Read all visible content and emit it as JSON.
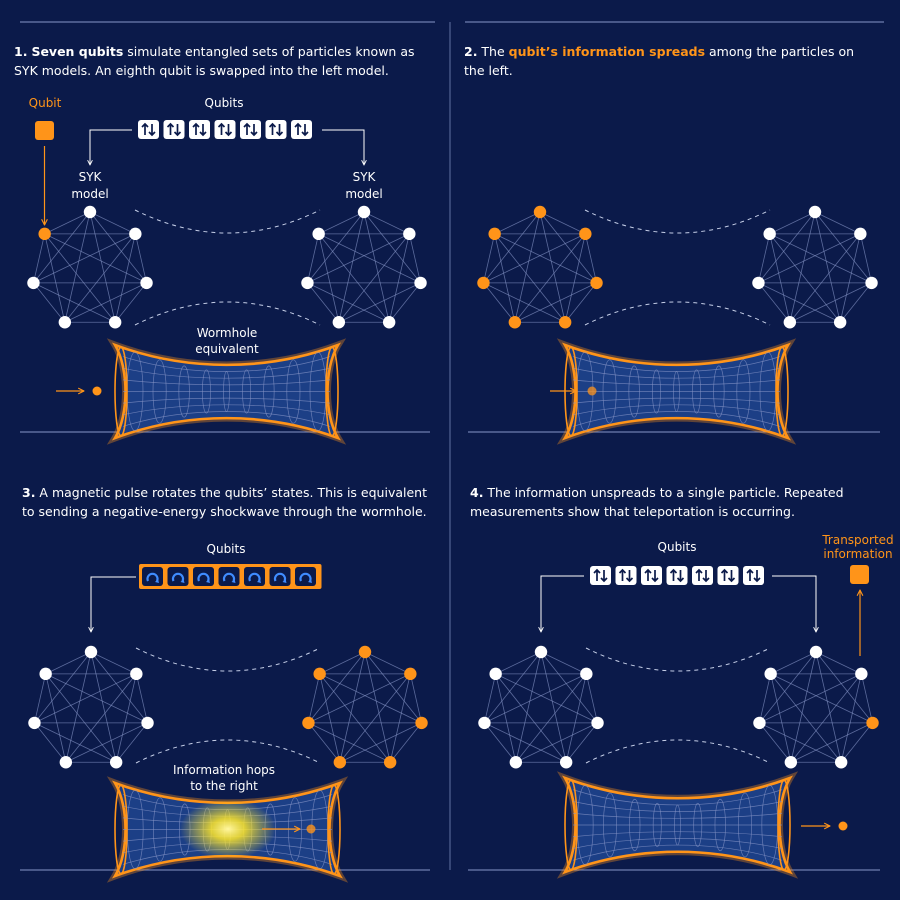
{
  "colors": {
    "background": "#0b1a4a",
    "accent": "#ff9419",
    "particle": "#ffffff",
    "mesh": "#8796c8",
    "glow": "#ffe72a"
  },
  "icons": {
    "qubit_up_down": "up-down-arrows-icon",
    "qubit_rotating": "rotation-icon"
  },
  "panels": [
    {
      "step": "1.",
      "bold": "Seven qubits",
      "text": " simulate entangled sets of particles known as SYK models. An eighth qubit is swapped into the left model.",
      "qubit_label": "Qubit",
      "qubits_label": "Qubits",
      "syk_left_line1": "SYK",
      "syk_left_line2": "model",
      "syk_right_line1": "SYK",
      "syk_right_line2": "model",
      "wormhole_line1": "Wormhole",
      "wormhole_line2": "equivalent"
    },
    {
      "step": "2.",
      "text_before": " The ",
      "highlight": "qubit’s information spreads",
      "text_after": " among the particles on the left."
    },
    {
      "step": "3.",
      "text": " A magnetic pulse rotates the qubits’ states. This is equivalent to sending a negative-energy shockwave through the wormhole.",
      "qubits_label": "Qubits",
      "hop_line1": "Information hops",
      "hop_line2": "to the right"
    },
    {
      "step": "4.",
      "text": " The information unspreads to a single particle. Repeated measurements show that teleportation is occurring.",
      "qubits_label": "Qubits",
      "transported_line1": "Transported",
      "transported_line2": "information"
    }
  ]
}
